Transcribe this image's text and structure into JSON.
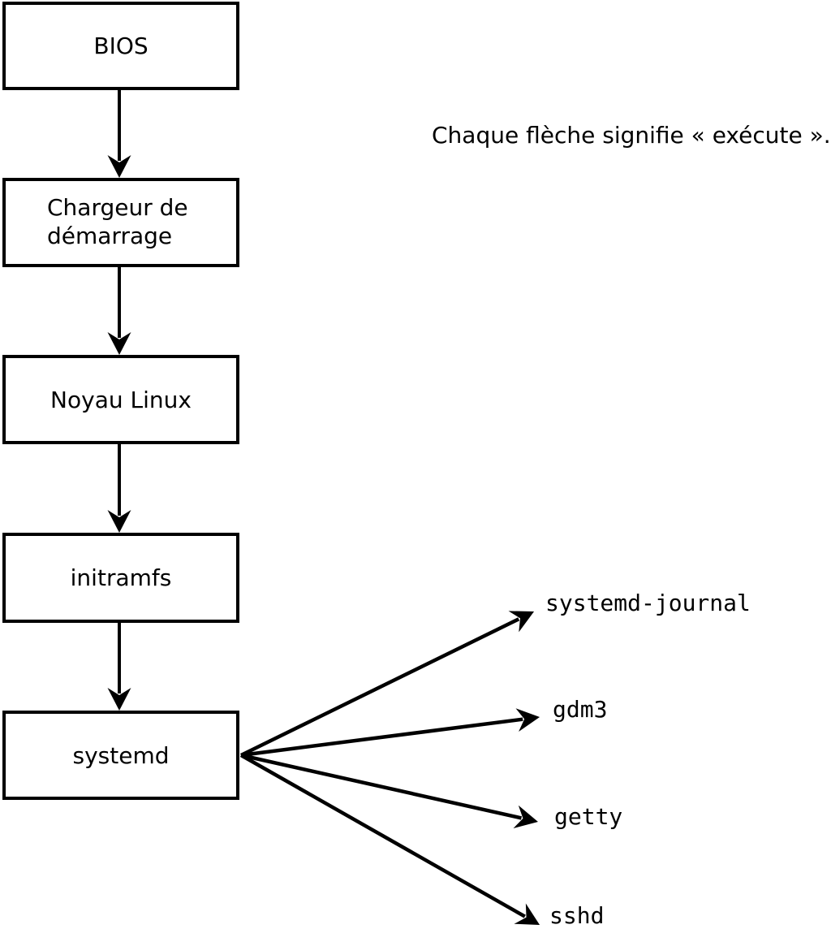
{
  "diagram": {
    "note": "Chaque flèche signifie « exécute ».",
    "chain_boxes": [
      {
        "label": "BIOS"
      },
      {
        "label": "Chargeur de démarrage",
        "lines": [
          "Chargeur de",
          "démarrage"
        ]
      },
      {
        "label": "Noyau Linux"
      },
      {
        "label": "initramfs"
      },
      {
        "label": "systemd"
      }
    ],
    "spawned_processes": [
      {
        "label": "systemd-journal"
      },
      {
        "label": "gdm3"
      },
      {
        "label": "getty"
      },
      {
        "label": "sshd"
      }
    ],
    "colors": {
      "line": "#000000",
      "text": "#000000",
      "box_fill": "#ffffff",
      "background": "#ffffff"
    }
  }
}
